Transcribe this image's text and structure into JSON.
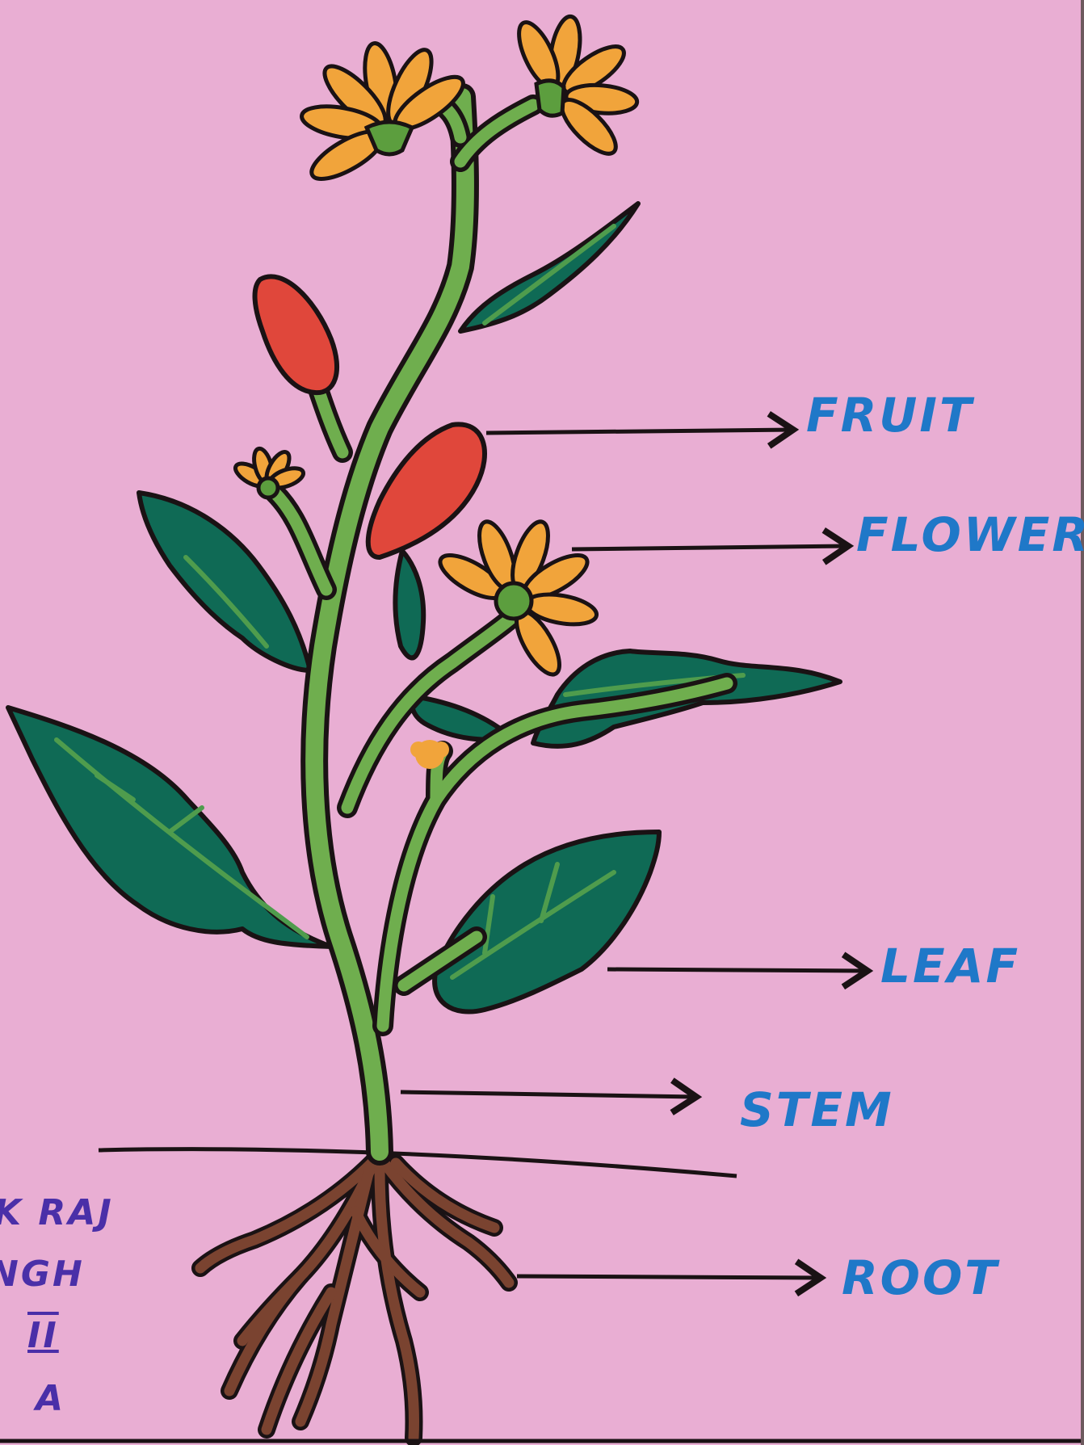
{
  "colors": {
    "background": "#e9aed3",
    "label_text": "#1f78c8",
    "author_text": "#4a2fa8",
    "outline": "#1a1214",
    "stem": "#6fae4e",
    "leaf": "#0f6a55",
    "leaf_vein": "#4f9c4d",
    "flower_petal": "#f1a43b",
    "flower_center": "#5c9e3e",
    "fruit": "#e0473b",
    "root": "#7a4330"
  },
  "labels": {
    "fruit": "FRUIT",
    "flower": "FLOWER",
    "leaf": "LEAF",
    "stem": "STEM",
    "root": "ROOT"
  },
  "author_note": {
    "line1": "K RAJ",
    "line2": "NGH",
    "line3": "II",
    "line4": "A"
  }
}
